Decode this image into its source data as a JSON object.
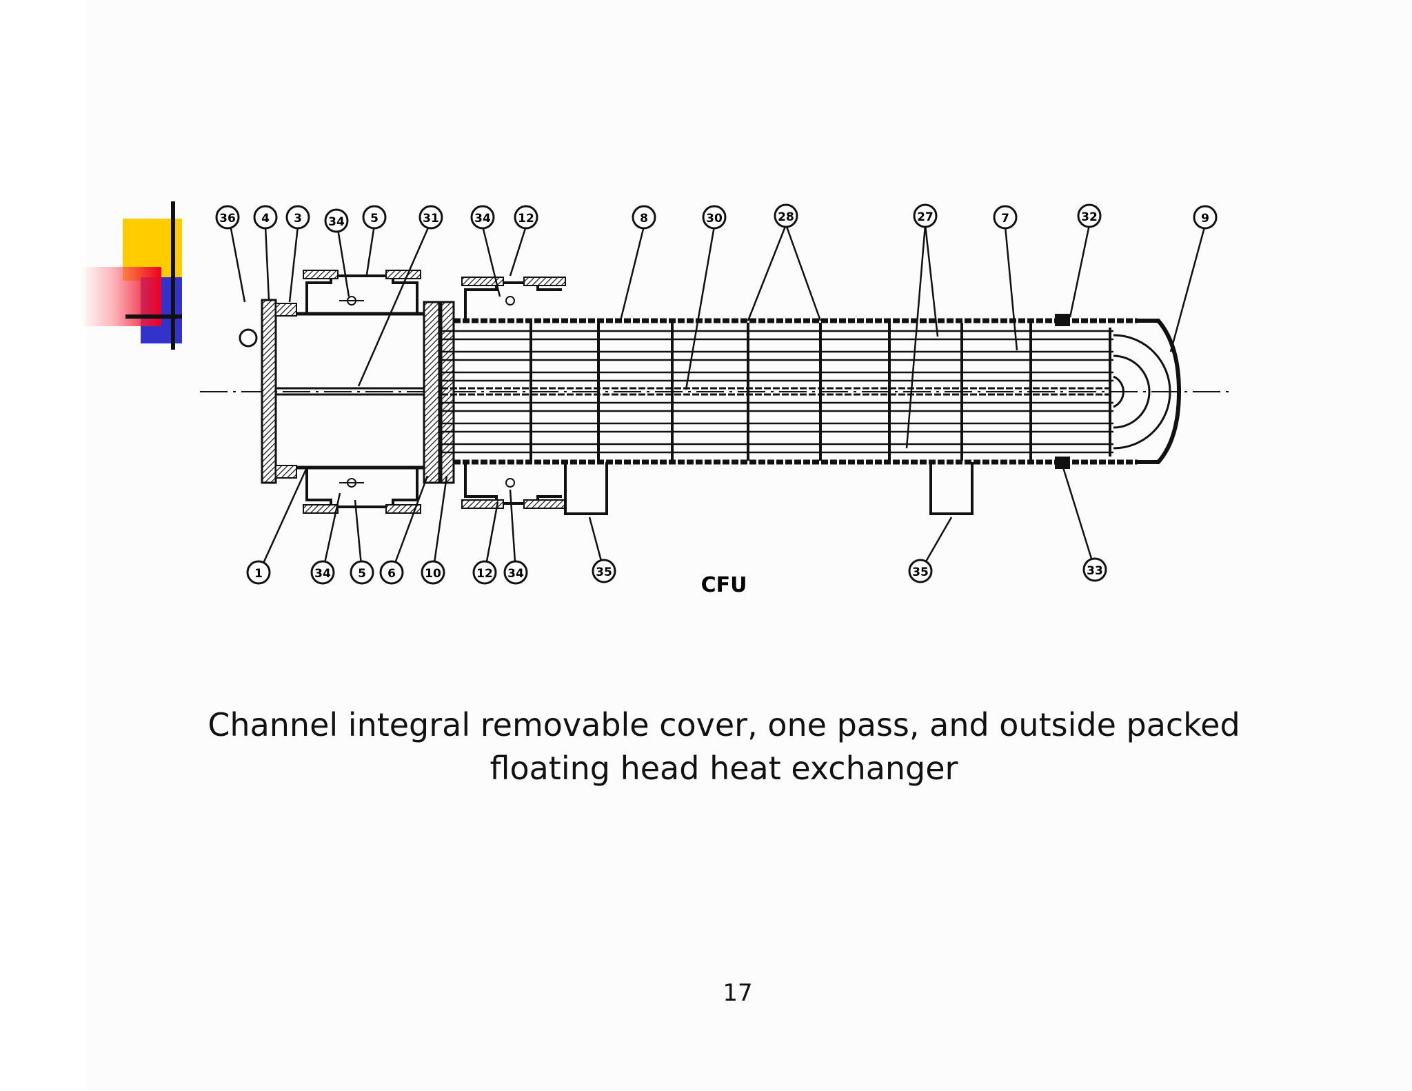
{
  "diagram": {
    "label": "CFU",
    "callouts_top": [
      "36",
      "4",
      "3",
      "34",
      "5",
      "31",
      "34",
      "12",
      "8",
      "30",
      "28",
      "27",
      "7",
      "32",
      "9"
    ],
    "callouts_bottom": [
      "1",
      "34",
      "5",
      "6",
      "10",
      "12",
      "34",
      "35",
      "35",
      "33"
    ]
  },
  "caption": {
    "line1": "Channel integral removable cover, one pass, and outside packed",
    "line2": "floating head heat exchanger"
  },
  "page_number": "17",
  "colors": {
    "accent_yellow": "#ffcc00",
    "accent_blue": "#3333cc",
    "accent_red": "#ee0022",
    "ink": "#111111"
  }
}
